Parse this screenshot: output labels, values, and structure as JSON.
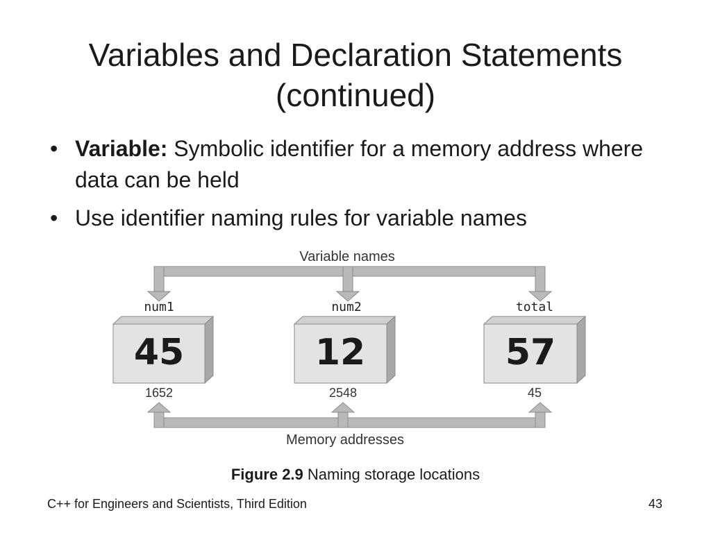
{
  "slide": {
    "title_line1": "Variables and Declaration Statements",
    "title_line2": "(continued)",
    "bullets": [
      {
        "bold": "Variable:",
        "text": " Symbolic identifier for a memory address where data can be held"
      },
      {
        "bold": "",
        "text": "Use identifier naming rules for variable names"
      }
    ],
    "bullet_glyph": "•"
  },
  "figure": {
    "top_label": "Variable names",
    "bottom_label": "Memory addresses",
    "boxes": [
      {
        "name": "num1",
        "value": "45",
        "address": "1652"
      },
      {
        "name": "num2",
        "value": "12",
        "address": "2548"
      },
      {
        "name": "total",
        "value": "57",
        "address": "45"
      }
    ],
    "caption_bold": "Figure 2.9",
    "caption_text": " Naming storage locations",
    "colors": {
      "arrow": "#b9b9b9",
      "box_front": "#e3e3e3",
      "box_top": "#d0d0d0",
      "box_side": "#a8a8a8",
      "box_bottom": "#9a9a9a"
    }
  },
  "footer": {
    "book": "C++ for Engineers and Scientists, Third Edition",
    "page": "43"
  }
}
